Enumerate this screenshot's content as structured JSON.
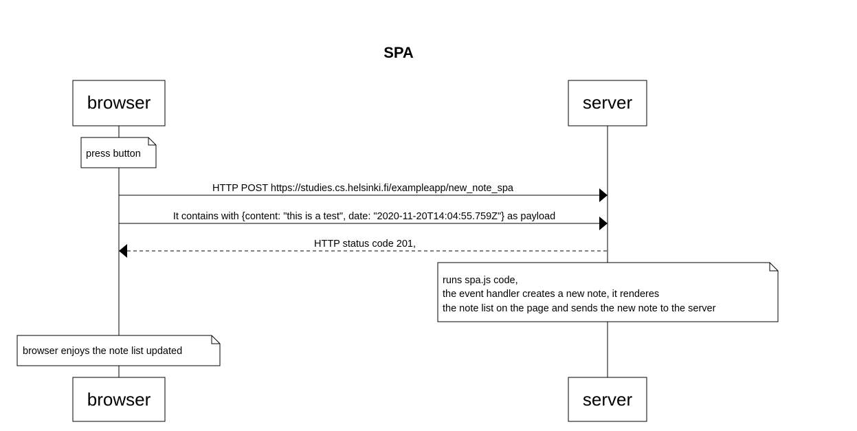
{
  "title": "SPA",
  "actors": {
    "browser": "browser",
    "server": "server"
  },
  "notes": {
    "press_button": "press button",
    "runs_spa": [
      "runs spa.js code,",
      "the event handler creates a new note, it renderes",
      "the note list on the page and sends the new note to the server"
    ],
    "browser_enjoys": "browser enjoys the note list updated"
  },
  "messages": {
    "post": "HTTP POST https://studies.cs.helsinki.fi/exampleapp/new_note_spa",
    "payload": "It contains with {content: \"this is a test\", date: \"2020-11-20T14:04:55.759Z\"} as payload",
    "status": "HTTP status code 201,"
  }
}
